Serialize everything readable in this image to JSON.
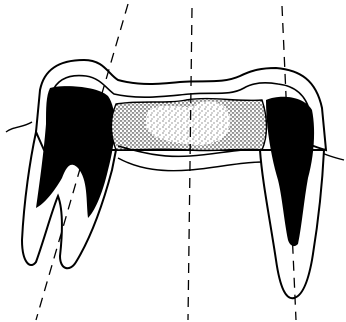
{
  "diagram": {
    "ink_color": "#000000",
    "background_color": "#ffffff",
    "stipple_color": "#000000",
    "elements": {
      "axis_lines": 3,
      "teeth": 2,
      "bridge_pontic": 1
    }
  }
}
